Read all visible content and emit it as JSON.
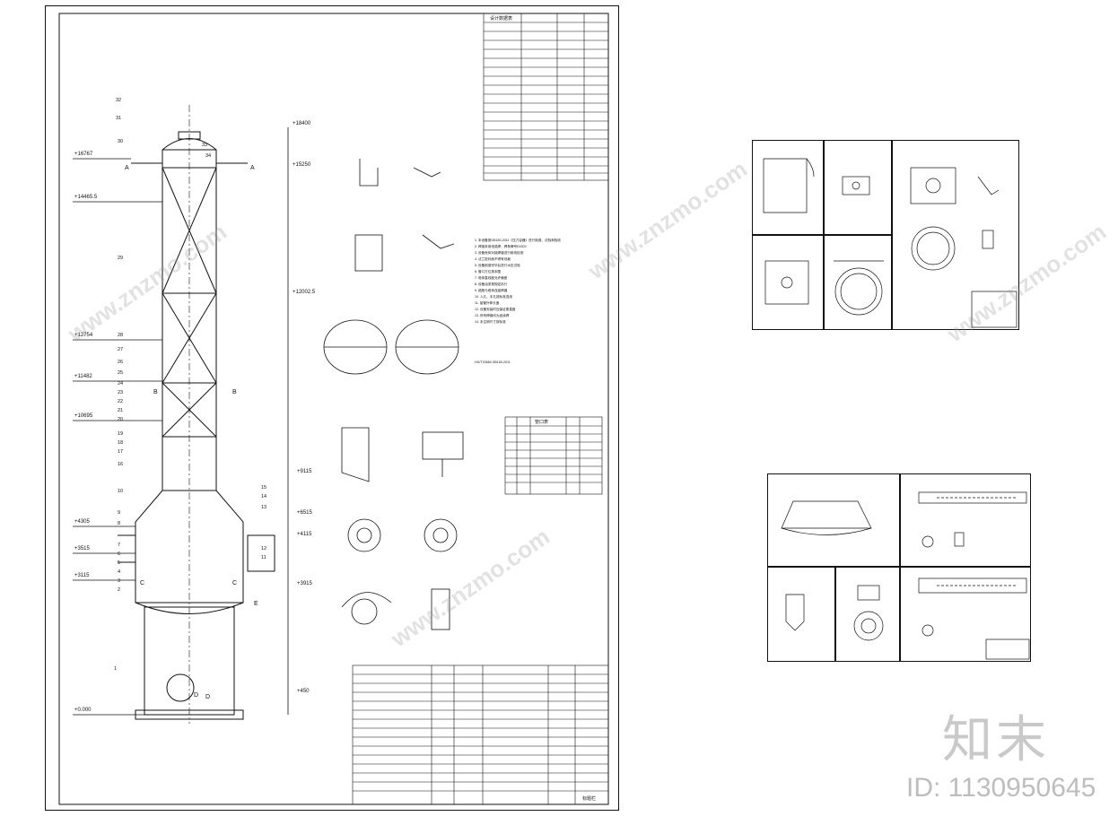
{
  "elevations": [
    "+18400",
    "+16767",
    "+15250",
    "+14465.5",
    "+12002.5",
    "+12754",
    "+11482",
    "+10695",
    "+9115",
    "+6515",
    "+4305",
    "+4115",
    "+3515",
    "+3915",
    "+3115",
    "+450",
    "+0.000"
  ],
  "part_numbers": [
    "32",
    "31",
    "30",
    "34",
    "33",
    "29",
    "28",
    "27",
    "26",
    "25",
    "24",
    "23",
    "22",
    "21",
    "20",
    "19",
    "18",
    "17",
    "16",
    "15",
    "14",
    "13",
    "12",
    "11",
    "10",
    "9",
    "8",
    "7",
    "6",
    "5",
    "4",
    "3",
    "2",
    "1"
  ],
  "tech_notes": [
    "1. 本设备按GB150-2011《压力容器》进行制造、试验和验收",
    "2. 焊接采用电弧焊，焊条牌号E4303",
    "3. 设备壳体对接焊缝进行射线检测",
    "4. 法兰密封面不得有划痕",
    "5. 设备制造完毕后进行水压试验",
    "6. 管口方位按本图",
    "7. 塔体直线度允许偏差",
    "8. 设备油漆按规定执行",
    "9. 裙座与塔体连接焊缝",
    "10. 人孔、手孔按标准选用",
    "11. 接管外伸长度",
    "12. 设备安装时应保证垂直度",
    "13. 所有焊缝均为连续焊",
    "14. 未注明尺寸按标准"
  ],
  "note_reference": "HG/T20584  GB150-2011",
  "design_table_heading": "设计数据表",
  "nozzle_table_heading": "管口表",
  "title_block_heading": "标题栏",
  "logo_text": "知末",
  "id_text": "ID: 1130950645",
  "watermark_text": "www.znzmo.com",
  "section_labels": [
    "A",
    "A",
    "B",
    "B",
    "C",
    "C",
    "D",
    "D",
    "E"
  ]
}
